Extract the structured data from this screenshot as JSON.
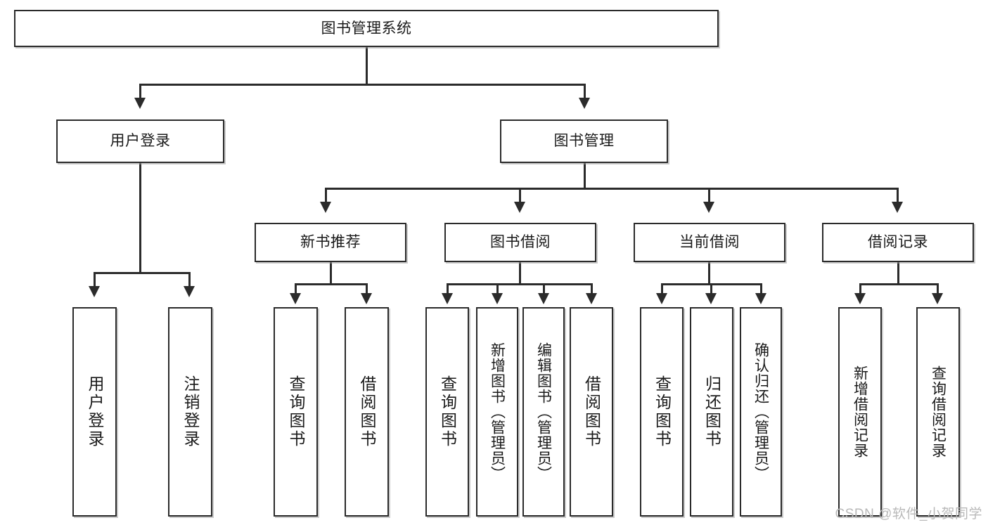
{
  "diagram": {
    "title": "图书管理系统",
    "type": "tree",
    "root": {
      "id": "root",
      "label": "图书管理系统"
    },
    "level2": [
      {
        "id": "user-login",
        "label": "用户登录"
      },
      {
        "id": "book-management",
        "label": "图书管理"
      }
    ],
    "level3": [
      {
        "id": "new-book-recommend",
        "label": "新书推荐"
      },
      {
        "id": "book-borrow",
        "label": "图书借阅"
      },
      {
        "id": "current-borrow",
        "label": "当前借阅"
      },
      {
        "id": "borrow-record",
        "label": "借阅记录"
      }
    ],
    "leaves": {
      "user_login": [
        {
          "id": "leaf-user-login",
          "label": "用户登录"
        },
        {
          "id": "leaf-logout",
          "label": "注销登录"
        }
      ],
      "new_book_recommend": [
        {
          "id": "leaf-query-book-1",
          "label": "查询图书"
        },
        {
          "id": "leaf-borrow-book-1",
          "label": "借阅图书"
        }
      ],
      "book_borrow": [
        {
          "id": "leaf-query-book-2",
          "label": "查询图书"
        },
        {
          "id": "leaf-add-book",
          "label": "新增图书（管理员）"
        },
        {
          "id": "leaf-edit-book",
          "label": "编辑图书（管理员）"
        },
        {
          "id": "leaf-borrow-book-2",
          "label": "借阅图书"
        }
      ],
      "current_borrow": [
        {
          "id": "leaf-query-book-3",
          "label": "查询图书"
        },
        {
          "id": "leaf-return-book",
          "label": "归还图书"
        },
        {
          "id": "leaf-confirm-return",
          "label": "确认归还（管理员）"
        }
      ],
      "borrow_record": [
        {
          "id": "leaf-add-record",
          "label": "新增借阅记录"
        },
        {
          "id": "leaf-query-record",
          "label": "查询借阅记录"
        }
      ]
    }
  },
  "watermark": {
    "text": "CSDN @软件_小贺同学"
  },
  "colors": {
    "stroke": "#2b2b2b",
    "background": "#ffffff",
    "text": "#1a1a1a",
    "watermark": "#b9b9b9"
  }
}
